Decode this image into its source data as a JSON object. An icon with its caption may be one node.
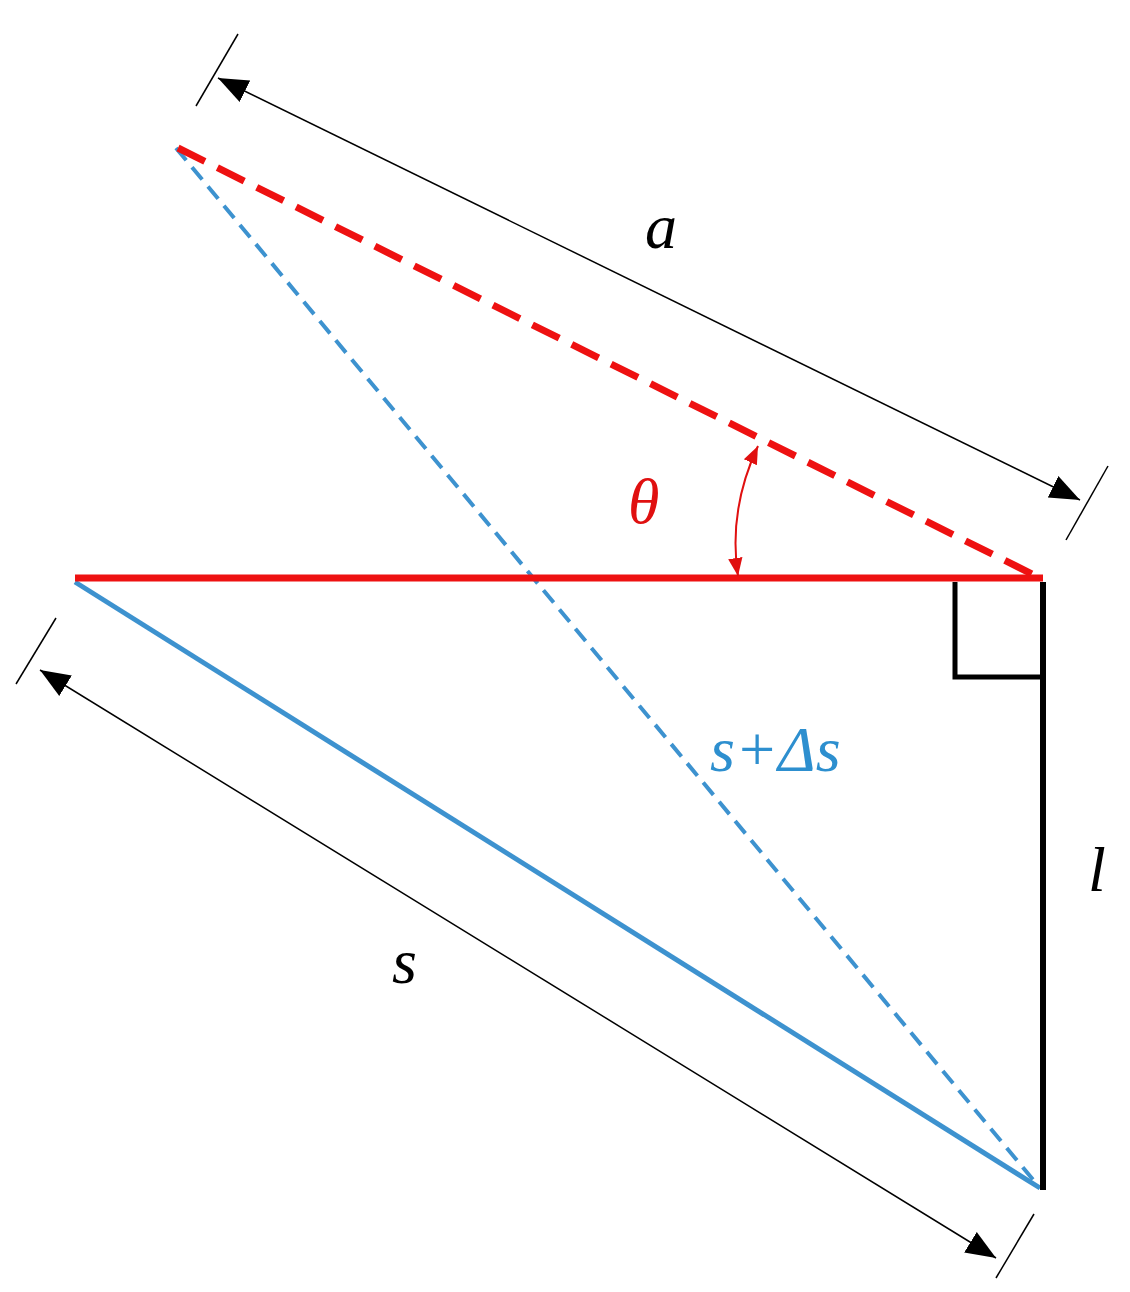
{
  "diagram": {
    "labels": [
      "a",
      "θ",
      "s+Δs",
      "l",
      "s"
    ]
  }
}
